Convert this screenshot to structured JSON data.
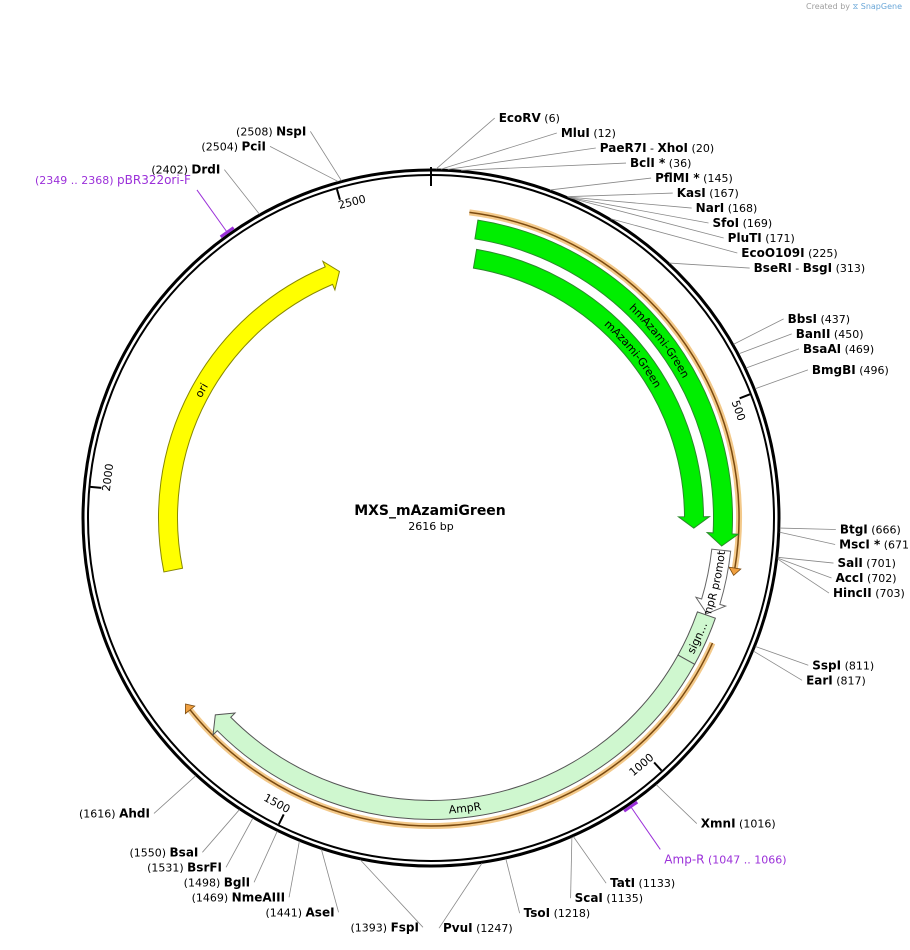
{
  "credit": {
    "prefix": "Created by",
    "brand": "SnapGene"
  },
  "plasmid": {
    "name": "MXS_mAzamiGreen",
    "length_label": "2616 bp",
    "length": 2616
  },
  "ticks": [
    {
      "pos": 500,
      "label": "500"
    },
    {
      "pos": 1000,
      "label": "1000"
    },
    {
      "pos": 1500,
      "label": "1500"
    },
    {
      "pos": 2000,
      "label": "2000"
    },
    {
      "pos": 2500,
      "label": "2500"
    }
  ],
  "features": [
    {
      "id": "hmazami",
      "name": "hmAzami-Green",
      "start": 65,
      "end": 694,
      "ring": "r1",
      "color": "#00ee00",
      "stroke": "#2a8a2a"
    },
    {
      "id": "mazami",
      "name": "mAzami-Green",
      "start": 70,
      "end": 670,
      "ring": "r2",
      "color": "#00ee00",
      "stroke": "#2a8a2a"
    },
    {
      "id": "ampr_promoter",
      "name": "AmpR promoter",
      "start": 700,
      "end": 793,
      "ring": "r1",
      "color": "#ffffff",
      "stroke": "#666666"
    },
    {
      "id": "signal",
      "name": "sign…",
      "start": 795,
      "end": 865,
      "ring": "r1",
      "color": "#cff7cf",
      "stroke": "#555555"
    },
    {
      "id": "ampr",
      "name": "AmpR",
      "start": 865,
      "end": 1654,
      "ring": "r1",
      "color": "#cff7cf",
      "stroke": "#555555"
    },
    {
      "id": "ori",
      "name": "ori",
      "start": 1879,
      "end": 2468,
      "ring": "r2",
      "color": "#ffff00",
      "stroke": "#888800"
    }
  ],
  "orfs": [
    {
      "start": 52,
      "end": 724
    },
    {
      "start": 828,
      "end": 1684
    }
  ],
  "primers": [
    {
      "name": "pBR322ori-F",
      "range": "(2349 .. 2368)",
      "pos": 2358
    },
    {
      "name": "Amp-R",
      "range": "(1047 .. 1066)",
      "pos": 1056
    }
  ],
  "sites": [
    {
      "name": "EcoRV",
      "pos": 6,
      "pos_label": "(6)"
    },
    {
      "name": "MluI",
      "pos": 12,
      "pos_label": "(12)"
    },
    {
      "name": "PaeR7I",
      "name2": "XhoI",
      "pos": 20,
      "pos_label": "(20)"
    },
    {
      "name": "BclI",
      "star": "*",
      "pos": 36,
      "pos_label": "(36)"
    },
    {
      "name": "PflMI",
      "star": "*",
      "pos": 145,
      "pos_label": "(145)"
    },
    {
      "name": "KasI",
      "pos": 167,
      "pos_label": "(167)"
    },
    {
      "name": "NarI",
      "pos": 168,
      "pos_label": "(168)"
    },
    {
      "name": "SfoI",
      "pos": 169,
      "pos_label": "(169)"
    },
    {
      "name": "PluTI",
      "pos": 171,
      "pos_label": "(171)"
    },
    {
      "name": "EcoO109I",
      "pos": 225,
      "pos_label": "(225)"
    },
    {
      "name": "BseRI",
      "name2": "BsgI",
      "pos": 313,
      "pos_label": "(313)"
    },
    {
      "name": "BbsI",
      "pos": 437,
      "pos_label": "(437)"
    },
    {
      "name": "BanII",
      "pos": 450,
      "pos_label": "(450)"
    },
    {
      "name": "BsaAI",
      "pos": 469,
      "pos_label": "(469)"
    },
    {
      "name": "BmgBI",
      "pos": 496,
      "pos_label": "(496)"
    },
    {
      "name": "BtgI",
      "pos": 666,
      "pos_label": "(666)"
    },
    {
      "name": "MscI",
      "star": "*",
      "pos": 671,
      "pos_label": "(671)"
    },
    {
      "name": "SalI",
      "pos": 701,
      "pos_label": "(701)"
    },
    {
      "name": "AccI",
      "pos": 702,
      "pos_label": "(702)"
    },
    {
      "name": "HincII",
      "pos": 703,
      "pos_label": "(703)"
    },
    {
      "name": "SspI",
      "pos": 811,
      "pos_label": "(811)"
    },
    {
      "name": "EarI",
      "pos": 817,
      "pos_label": "(817)"
    },
    {
      "name": "XmnI",
      "pos": 1016,
      "pos_label": "(1016)"
    },
    {
      "name": "TatI",
      "pos": 1133,
      "pos_label": "(1133)"
    },
    {
      "name": "ScaI",
      "pos": 1135,
      "pos_label": "(1135)"
    },
    {
      "name": "TsoI",
      "pos": 1218,
      "pos_label": "(1218)"
    },
    {
      "name": "PvuI",
      "pos": 1247,
      "pos_label": "(1247)"
    },
    {
      "name": "FspI",
      "pos": 1393,
      "pos_label": "(1393)"
    },
    {
      "name": "AseI",
      "pos": 1441,
      "pos_label": "(1441)"
    },
    {
      "name": "NmeAIII",
      "pos": 1469,
      "pos_label": "(1469)"
    },
    {
      "name": "BglI",
      "pos": 1498,
      "pos_label": "(1498)"
    },
    {
      "name": "BsrFI",
      "pos": 1531,
      "pos_label": "(1531)"
    },
    {
      "name": "BsaI",
      "pos": 1550,
      "pos_label": "(1550)"
    },
    {
      "name": "AhdI",
      "pos": 1616,
      "pos_label": "(1616)"
    },
    {
      "name": "DrdI",
      "pos": 2402,
      "pos_label": "(2402)"
    },
    {
      "name": "PciI",
      "pos": 2504,
      "pos_label": "(2504)"
    },
    {
      "name": "NspI",
      "pos": 2508,
      "pos_label": "(2508)"
    }
  ]
}
